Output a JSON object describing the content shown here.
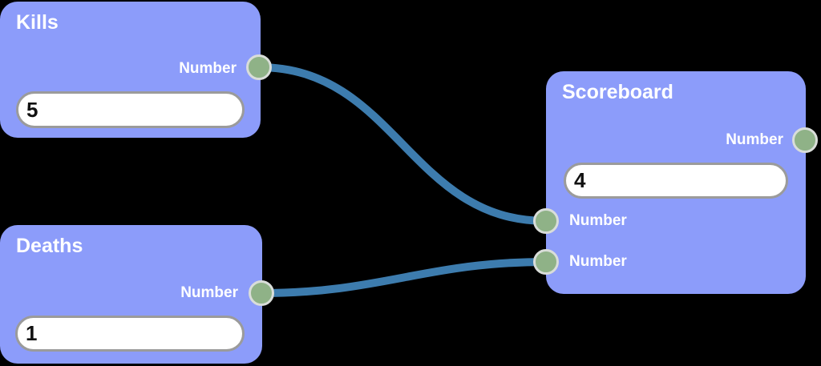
{
  "editor": {
    "type": "visual-scripting-node-graph",
    "background_color": "#000000"
  },
  "colors": {
    "node_background": "#8c9cfa",
    "node_text": "#ffffff",
    "port_fill": "#8fb287",
    "port_ring": "#d9ddd9",
    "wire": "#3d7cae",
    "field_background": "#ffffff",
    "field_border": "#9b9b9b",
    "field_text": "#111111"
  },
  "nodes": [
    {
      "id": "kills",
      "title": "Kills",
      "output_label": "Number",
      "value": "5"
    },
    {
      "id": "deaths",
      "title": "Deaths",
      "output_label": "Number",
      "value": "1"
    },
    {
      "id": "scoreboard",
      "title": "Scoreboard",
      "output_label": "Number",
      "value": "4",
      "input_labels": [
        "Number",
        "Number"
      ]
    }
  ],
  "connections": [
    {
      "from": "kills.output.number",
      "to": "scoreboard.input.number1"
    },
    {
      "from": "deaths.output.number",
      "to": "scoreboard.input.number2"
    }
  ]
}
